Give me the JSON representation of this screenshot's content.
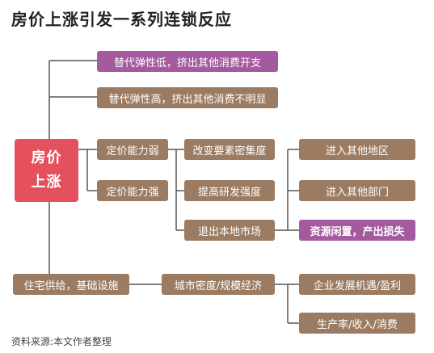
{
  "title": "房价上涨引发一系列连锁反应",
  "center": {
    "line1": "房价",
    "line2": "上涨"
  },
  "nodes": {
    "sub_low": "替代弹性低，挤出其他消费开支",
    "sub_high": "替代弹性高，挤出其他消费不明显",
    "pricing_weak": "定价能力弱",
    "pricing_strong": "定价能力强",
    "factor_density": "改变要素密集度",
    "rd_intensity": "提高研发强度",
    "exit_market": "退出本地市场",
    "other_region": "进入其他地区",
    "other_sector": "进入其他部门",
    "idle_loss": "资源闲置，产出损失",
    "housing_supply": "住宅供给，基础设施",
    "city_density": "城市密度/规模经济",
    "enterprise": "企业发展机遇/盈利",
    "productivity": "生产率/收入/消费"
  },
  "colors": {
    "line": "#555555",
    "brown": "#9b7b61",
    "purple": "#a35a9e",
    "red": "#e5505e"
  },
  "footer": "资料来源:本文作者整理"
}
